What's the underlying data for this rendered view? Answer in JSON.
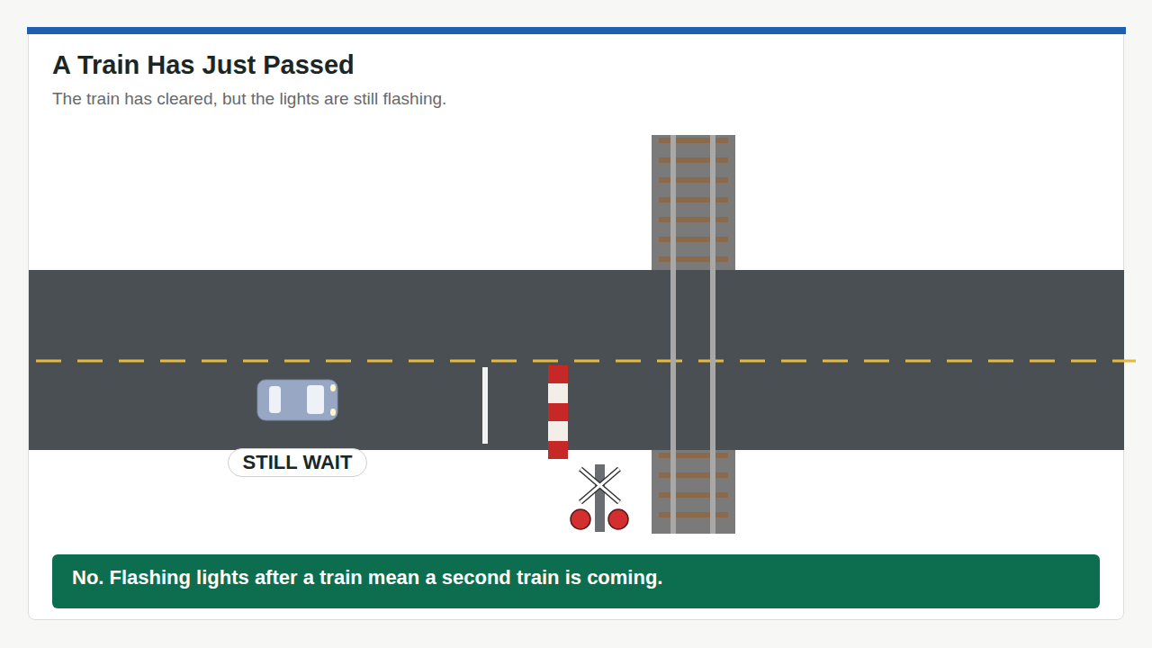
{
  "diagram": {
    "title": "A Train Has Just Passed",
    "nodes": [
      {
        "text": [
          "STILL WAIT"
        ]
      },
      {
        "text": [
          "No. Flashing lights after a train mean a second train is coming."
        ]
      }
    ],
    "labels": [
      "The train has cleared, but the lights are still flashing."
    ]
  }
}
